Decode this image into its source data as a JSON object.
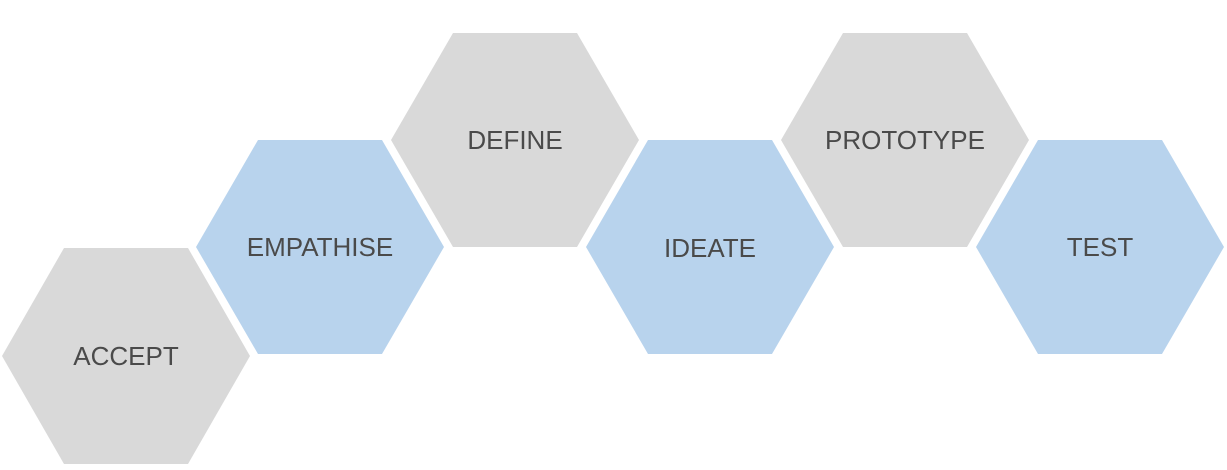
{
  "colors": {
    "gray": "#d9d9d9",
    "blue": "#b8d3ed",
    "label": "#4a4a4a",
    "background": "#ffffff"
  },
  "steps": [
    {
      "label": "ACCEPT",
      "color": "gray"
    },
    {
      "label": "EMPATHISE",
      "color": "blue"
    },
    {
      "label": "DEFINE",
      "color": "gray"
    },
    {
      "label": "IDEATE",
      "color": "blue"
    },
    {
      "label": "PROTOTYPE",
      "color": "gray"
    },
    {
      "label": "TEST",
      "color": "blue"
    }
  ]
}
